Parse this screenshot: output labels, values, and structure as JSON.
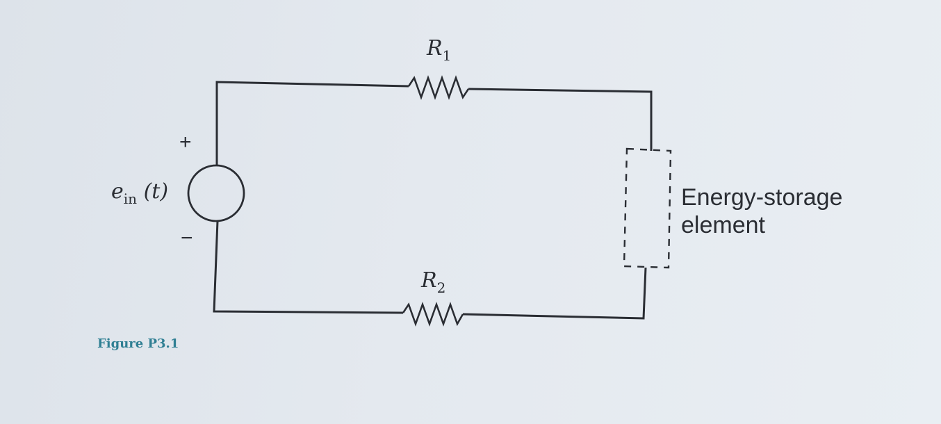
{
  "diagram": {
    "source_label": {
      "base": "e",
      "sub": "in",
      "arg": "(t)"
    },
    "plus_sign": "+",
    "minus_sign": "−",
    "r1_label": {
      "base": "R",
      "sub": "1"
    },
    "r2_label": {
      "base": "R",
      "sub": "2"
    },
    "element_label": {
      "line1": "Energy-storage",
      "line2": "element"
    },
    "caption": "Figure P3.1"
  }
}
